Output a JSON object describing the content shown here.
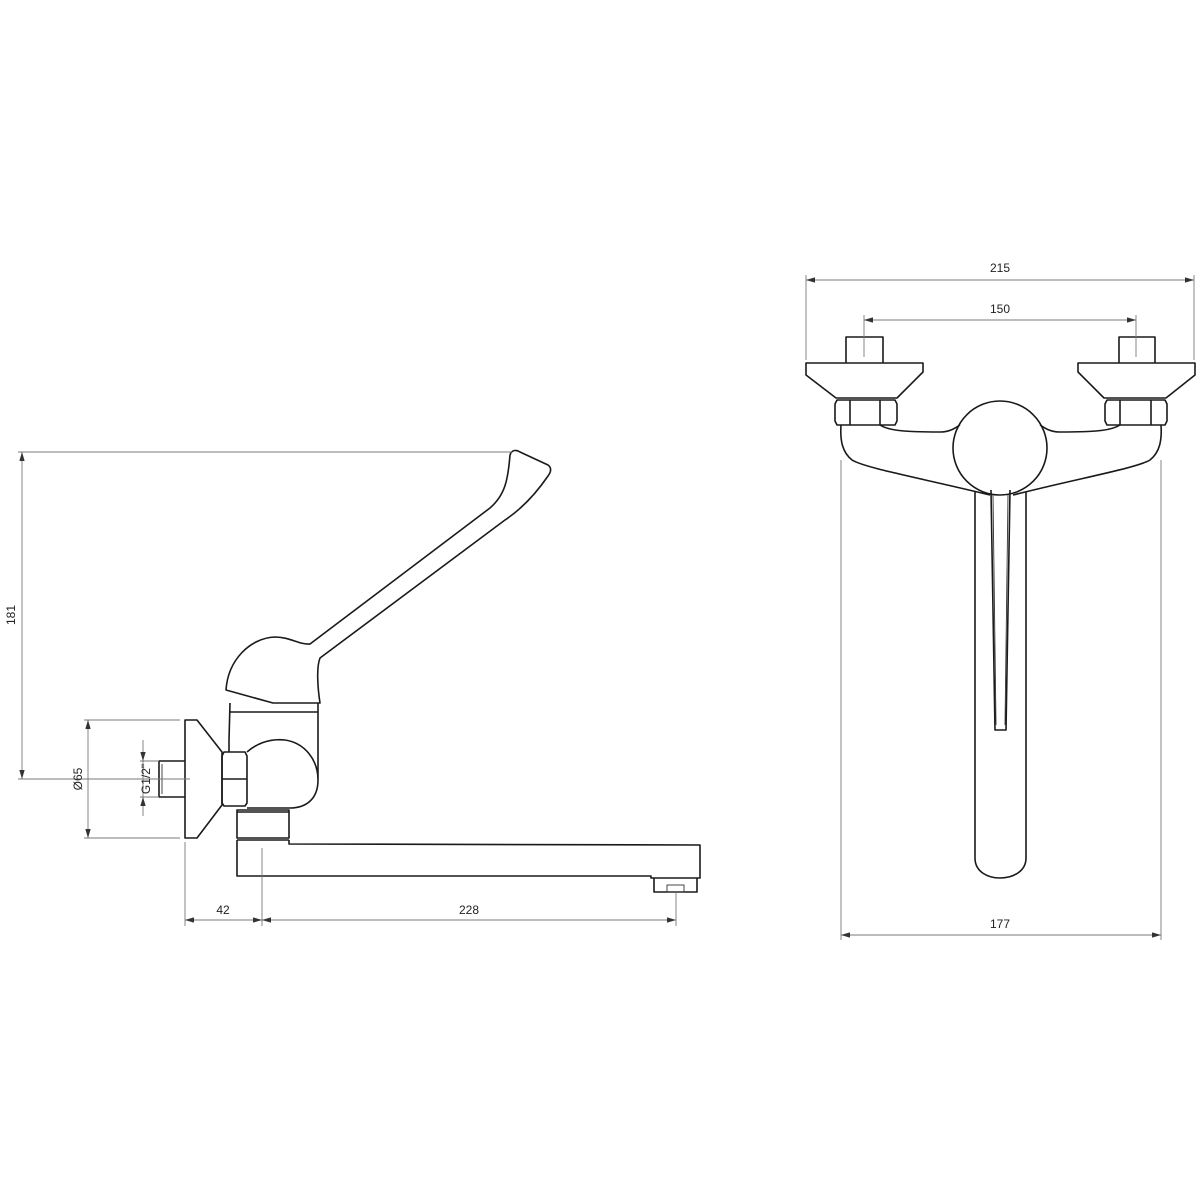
{
  "side_view": {
    "dimensions": {
      "height": "181",
      "plate_diameter": "Ø65",
      "thread": "G1/2\"",
      "wall_offset": "42",
      "spout_reach": "228"
    }
  },
  "front_view": {
    "dimensions": {
      "overall_width": "215",
      "inlet_spacing": "150",
      "body_width": "177"
    }
  },
  "colors": {
    "line": "#1a1a1a",
    "dimension": "#7a7a7a",
    "background": "#ffffff"
  }
}
